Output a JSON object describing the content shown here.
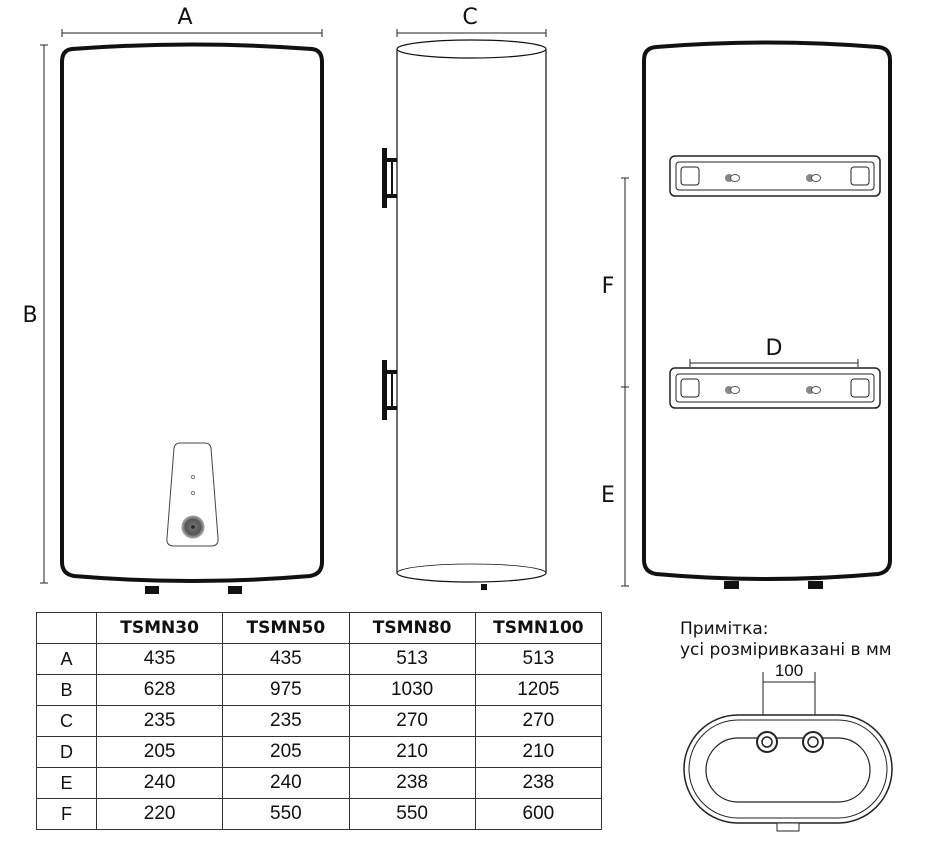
{
  "labels": {
    "A": "A",
    "B": "B",
    "C": "C",
    "D": "D",
    "E": "E",
    "F": "F"
  },
  "pipe_spacing": "100",
  "note": {
    "title": "Примітка:",
    "text": "усі розміривказані в мм"
  },
  "table": {
    "columns": [
      "",
      "TSMN30",
      "TSMN50",
      "TSMN80",
      "TSMN100"
    ],
    "rows": [
      {
        "label": "A",
        "values": [
          "435",
          "435",
          "513",
          "513"
        ]
      },
      {
        "label": "B",
        "values": [
          "628",
          "975",
          "1030",
          "1205"
        ]
      },
      {
        "label": "C",
        "values": [
          "235",
          "235",
          "270",
          "270"
        ]
      },
      {
        "label": "D",
        "values": [
          "205",
          "205",
          "210",
          "210"
        ]
      },
      {
        "label": "E",
        "values": [
          "240",
          "240",
          "238",
          "238"
        ]
      },
      {
        "label": "F",
        "values": [
          "220",
          "550",
          "550",
          "600"
        ]
      }
    ]
  }
}
